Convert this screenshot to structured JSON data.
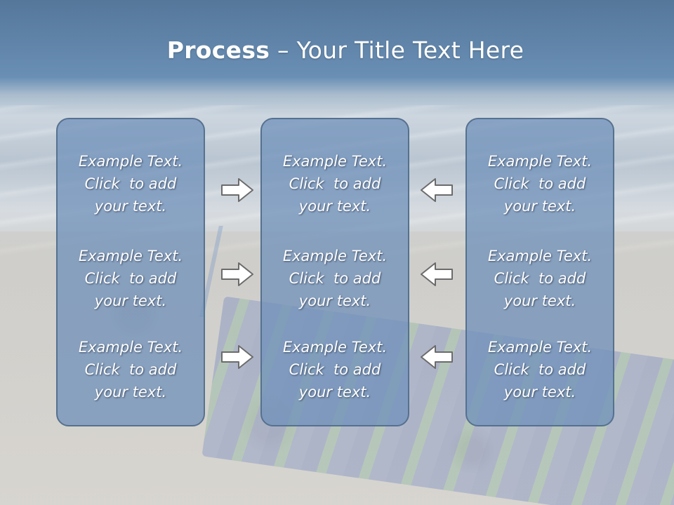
{
  "title": {
    "bold": "Process",
    "rest": " – Your Title Text Here"
  },
  "columns": [
    {
      "items": [
        {
          "lines": [
            "Example Text.",
            "Click  to add",
            "your text."
          ]
        },
        {
          "lines": [
            "Example Text.",
            "Click  to add",
            "your text."
          ]
        },
        {
          "lines": [
            "Example Text.",
            "Click  to add",
            "your text."
          ]
        }
      ]
    },
    {
      "items": [
        {
          "lines": [
            "Example Text.",
            "Click  to add",
            "your text."
          ]
        },
        {
          "lines": [
            "Example Text.",
            "Click  to add",
            "your text."
          ]
        },
        {
          "lines": [
            "Example Text.",
            "Click  to add",
            "your text."
          ]
        }
      ]
    },
    {
      "items": [
        {
          "lines": [
            "Example Text.",
            "Click  to add",
            "your text."
          ]
        },
        {
          "lines": [
            "Example Text.",
            "Click  to add",
            "your text."
          ]
        },
        {
          "lines": [
            "Example Text.",
            "Click  to add",
            "your text."
          ]
        }
      ]
    }
  ],
  "arrows": {
    "left_group": "arrow-right-icon",
    "right_group": "arrow-left-icon"
  },
  "colors": {
    "panel_fill": "#6f90b9",
    "panel_border": "#56718f",
    "text": "#ffffff",
    "arrow_fill": "#ffffff",
    "arrow_stroke": "#6b6b6b"
  }
}
